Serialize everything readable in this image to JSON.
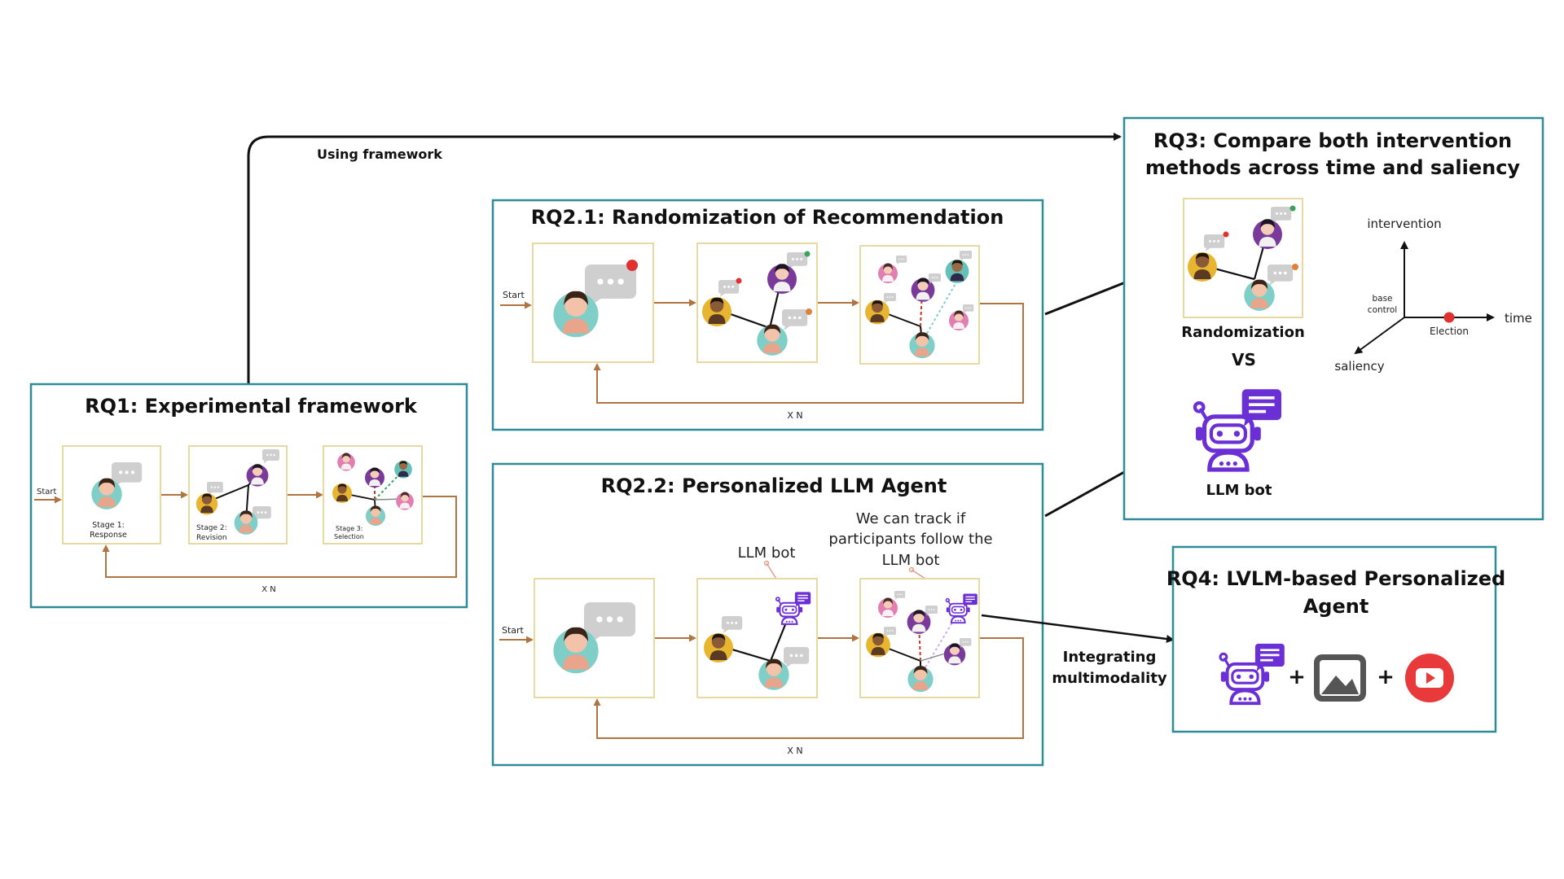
{
  "using_framework": "Using framework",
  "common": {
    "start": "Start",
    "xn": "X N"
  },
  "rq1": {
    "title": "RQ1: Experimental framework",
    "stage1": [
      "Stage 1:",
      "Response"
    ],
    "stage2": [
      "Stage 2:",
      "Revision"
    ],
    "stage3": [
      "Stage 3:",
      "Selection"
    ]
  },
  "rq21": {
    "title": "RQ2.1: Randomization of Recommendation"
  },
  "rq22": {
    "title": "RQ2.2: Personalized LLM Agent",
    "llm_bot": "LLM bot",
    "track_note": [
      "We can track if",
      "participants follow the",
      "LLM bot"
    ]
  },
  "rq3": {
    "title": [
      "RQ3: Compare both intervention",
      "methods across time and saliency"
    ],
    "randomization": "Randomization",
    "vs": "VS",
    "llm_bot": "LLM bot",
    "axis": {
      "y": "intervention",
      "x": "time",
      "z": "saliency",
      "origin": [
        "base",
        "control"
      ],
      "point": "Election"
    }
  },
  "rq4": {
    "title": [
      "RQ4: LVLM-based Personalized",
      "Agent"
    ],
    "plus": "+"
  },
  "multimodal": [
    "Integrating",
    "multimodality"
  ],
  "colors": {
    "teal_border": "#2e8b98",
    "panel_border": "#e8d9a0",
    "arrow_brown": "#b07440",
    "bot_purple": "#6b2fd6",
    "teal_person": "#7fcfc8",
    "yellow_person": "#e8b530",
    "purple_person": "#7a3a9a",
    "pink_person": "#e27fb0",
    "red_dot": "#e03030",
    "youtube_red": "#e83a3a"
  },
  "icons": [
    "speech-bubble-icon",
    "person-avatar-icon",
    "robot-icon",
    "image-icon",
    "youtube-icon"
  ]
}
